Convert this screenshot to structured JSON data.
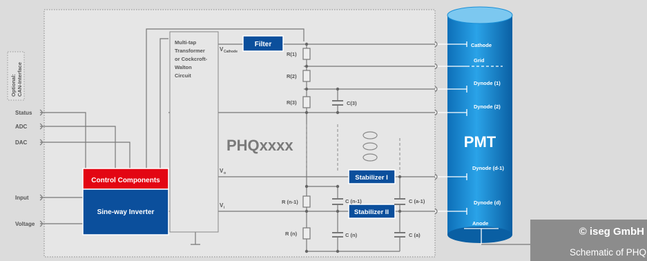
{
  "module_label": "PHQxxxx",
  "pmt_label": "PMT",
  "optional_box": {
    "line1": "Optional:",
    "line2": "CAN-Interface"
  },
  "left_signals": [
    "Status",
    "ADC",
    "DAC",
    "Input",
    "Voltage"
  ],
  "transformer_text": [
    "Multi-tap",
    "Transformer",
    "or Cockcroft-",
    "Walton",
    "Circuit"
  ],
  "vcathode": {
    "main": "V",
    "sub": "Cathode"
  },
  "vo": {
    "main": "V",
    "sub": "o"
  },
  "vi": {
    "main": "V",
    "sub": "i"
  },
  "filter_label": "Filter",
  "control_label": "Control Components",
  "inverter_label": "Sine-way Inverter",
  "stabilizer1_label": "Stabilizer I",
  "stabilizer2_label": "Stabilizer II",
  "resistors": [
    "R(1)",
    "R(2)",
    "R(3)",
    "R (n-1)",
    "R (n)"
  ],
  "capacitors": [
    "C(3)",
    "C (n-1)",
    "C (n)",
    "C (a-1)",
    "C (a)"
  ],
  "pmt_pins": [
    "Cathode",
    "Grid",
    "Dynode (1)",
    "Dynode (2)",
    "Dynode (d-1)",
    "Dynode (d)",
    "Anode"
  ],
  "copyright": "© iseg GmbH",
  "caption": "Schematic of PHQ",
  "colors": {
    "blue": "#0b4f9c",
    "red": "#e30613",
    "pmt": "#1a8fd6",
    "line": "#777777"
  }
}
